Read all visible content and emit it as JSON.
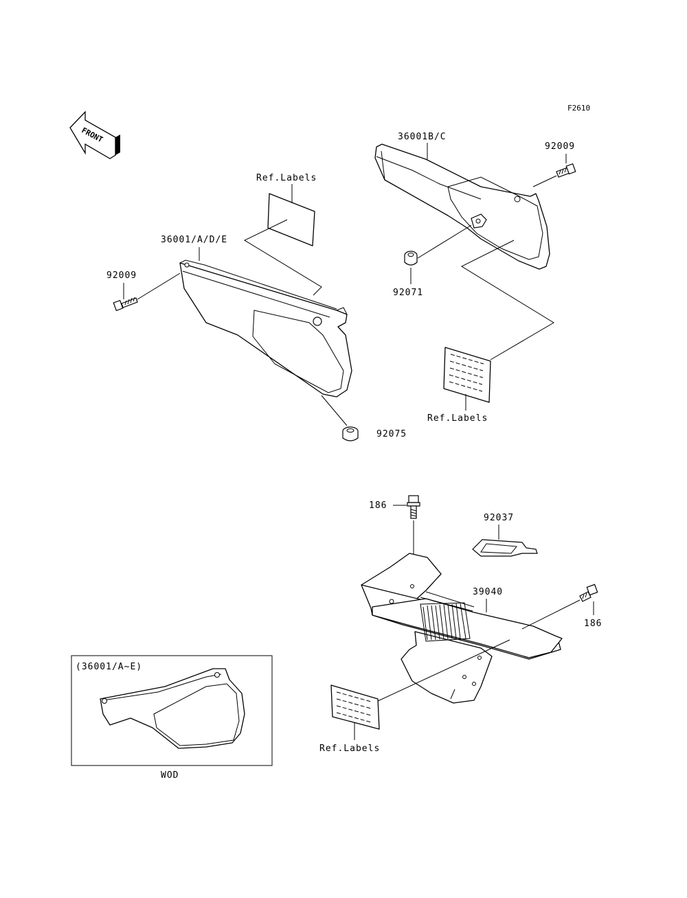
{
  "figure_code": "F2610",
  "front_arrow_label": "FRONT",
  "labels": {
    "cover_left": "36001/A/D/E",
    "cover_right": "36001B/C",
    "bolt_left": "92009",
    "bolt_right": "92009",
    "grommet_right": "92071",
    "grommet_left": "92075",
    "ref_labels_top": "Ref.Labels",
    "ref_labels_mid": "Ref.Labels",
    "ref_labels_bottom": "Ref.Labels",
    "bolt_186_top": "186",
    "bolt_186_right": "186",
    "clip": "92037",
    "guard": "39040"
  },
  "inset": {
    "caption": "(36001/A~E)",
    "footer": "WOD"
  }
}
